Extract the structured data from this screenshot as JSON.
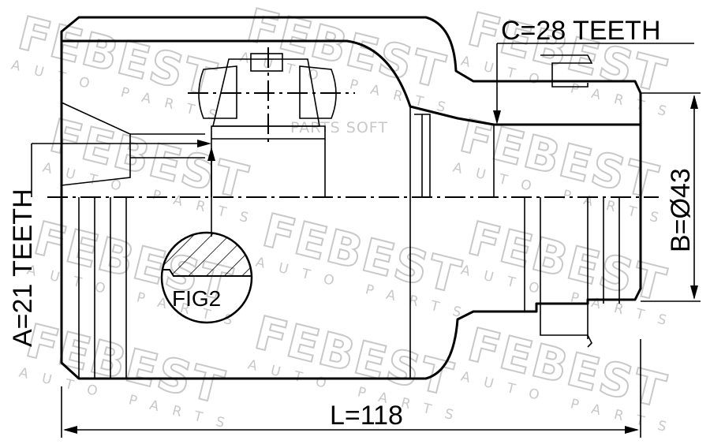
{
  "watermark": {
    "brand": "FEBEST",
    "tagline": "AUTO PARTS",
    "overlay": "PARTS SOFT"
  },
  "dimensions": {
    "a_label": "A=21 TEETH",
    "b_label": "B=Ø43",
    "c_label": "C=28 TEETH",
    "l_label": "L=118"
  },
  "detail": {
    "label": "FIG2"
  }
}
